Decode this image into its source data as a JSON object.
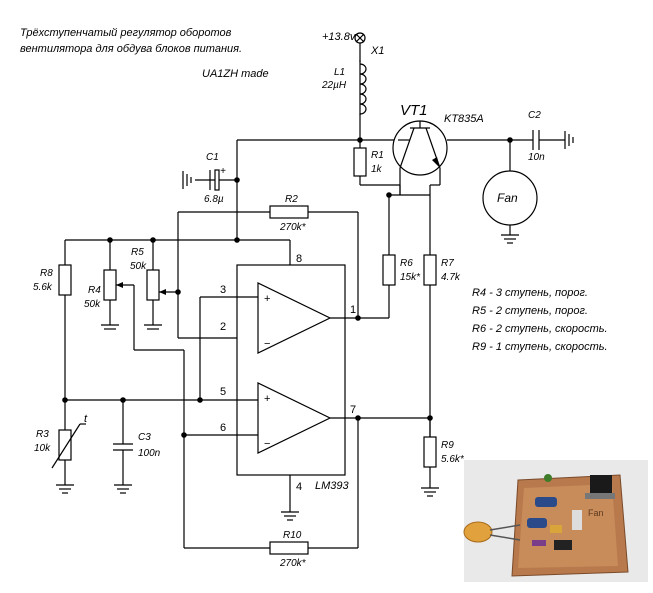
{
  "title_line1": "Трёхступенчатый регулятор оборотов",
  "title_line2": "вентилятора для обдува блоков питания.",
  "author": "UA1ZH made",
  "supply": "+13.8v",
  "connector": "X1",
  "transistor": {
    "ref": "VT1",
    "type": "KT835A"
  },
  "fan_label": "Fan",
  "ic_label": "LM393",
  "thermistor_mark": "t",
  "components": {
    "L1": {
      "ref": "L1",
      "value": "22µH"
    },
    "C1": {
      "ref": "C1",
      "value": "6.8µ",
      "polarity": "+"
    },
    "C2": {
      "ref": "C2",
      "value": "10n"
    },
    "C3": {
      "ref": "C3",
      "value": "100n"
    },
    "R1": {
      "ref": "R1",
      "value": "1k"
    },
    "R2": {
      "ref": "R2",
      "value": "270k*"
    },
    "R3": {
      "ref": "R3",
      "value": "10k"
    },
    "R4": {
      "ref": "R4",
      "value": "50k"
    },
    "R5": {
      "ref": "R5",
      "value": "50k"
    },
    "R6": {
      "ref": "R6",
      "value": "15k*"
    },
    "R7": {
      "ref": "R7",
      "value": "4.7k"
    },
    "R8": {
      "ref": "R8",
      "value": "5.6k"
    },
    "R9": {
      "ref": "R9",
      "value": "5.6k*"
    },
    "R10": {
      "ref": "R10",
      "value": "270k*"
    }
  },
  "pins": {
    "p8": "8",
    "p4": "4",
    "p3": "3",
    "p2": "2",
    "p1": "1",
    "p5": "5",
    "p6": "6",
    "p7": "7",
    "plus_a": "+",
    "minus_a": "−",
    "plus_b": "+",
    "minus_b": "−"
  },
  "notes": [
    "R4 - 3 ступень, порог.",
    "R5 - 2 ступень, порог.",
    "R6 - 2 ступень, скорость.",
    "R9 - 1 ступень, скорость."
  ],
  "photo_caption": "Fan"
}
